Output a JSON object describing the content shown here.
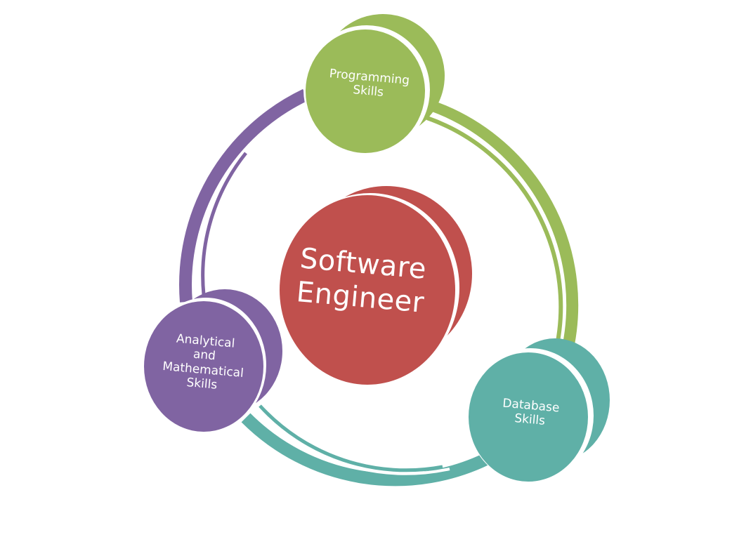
{
  "diagram": {
    "type": "cycle",
    "center": {
      "lines": [
        "Software",
        "Engineer"
      ],
      "color": "#c0504d"
    },
    "nodes": [
      {
        "id": "programming",
        "lines": [
          "Programming",
          "Skills"
        ],
        "color": "#9bbb59"
      },
      {
        "id": "database",
        "lines": [
          "Database",
          "Skills"
        ],
        "color": "#5fb0a7"
      },
      {
        "id": "analytical",
        "lines": [
          "Analytical",
          "and",
          "Mathematical",
          "Skills"
        ],
        "color": "#8064a2"
      }
    ],
    "connectors": [
      {
        "from": "programming",
        "to": "database",
        "color": "#9bbb59"
      },
      {
        "from": "database",
        "to": "analytical",
        "color": "#5fb0a7"
      },
      {
        "from": "analytical",
        "to": "programming",
        "color": "#8064a2"
      }
    ]
  }
}
